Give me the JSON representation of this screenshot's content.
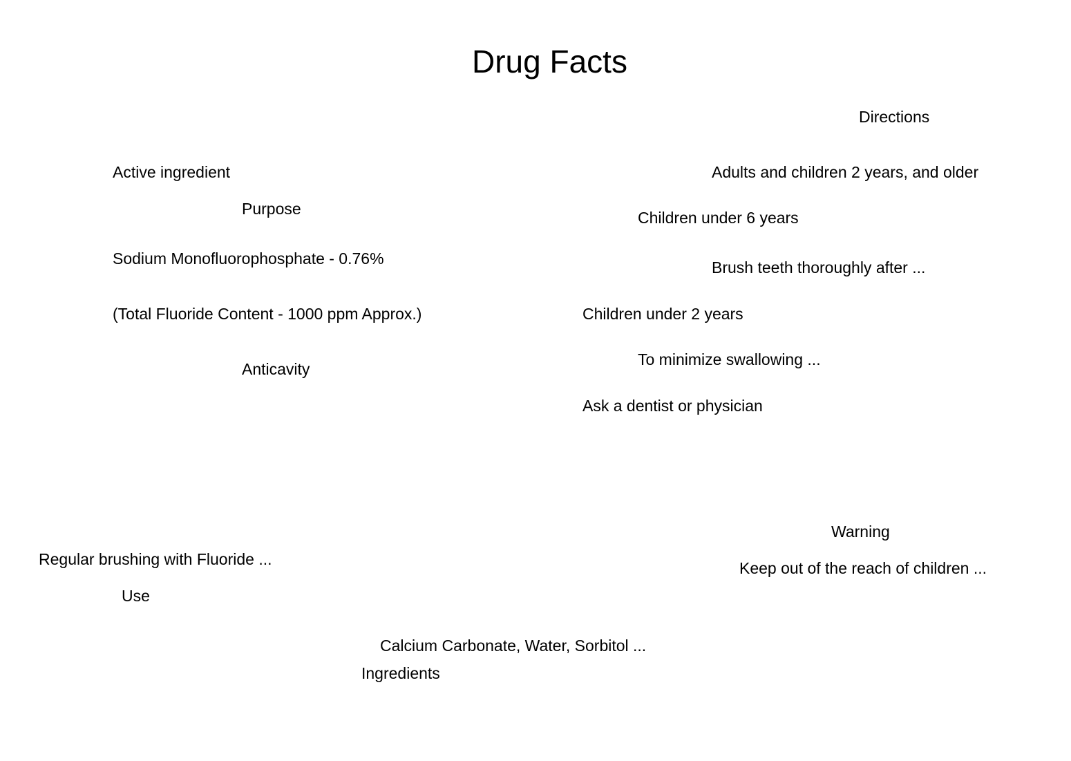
{
  "title": "Drug Facts",
  "left": {
    "active_ingredient_heading": "Active ingredient",
    "purpose_heading": "Purpose",
    "active_ingredient": "Sodium Monofluorophosphate - 0.76%",
    "fluoride_content": "(Total Fluoride Content - 1000 ppm Approx.)",
    "purpose": "Anticavity",
    "use_text": "Regular brushing with Fluoride ...",
    "use_heading": "Use"
  },
  "right": {
    "directions_heading": "Directions",
    "adults": "Adults and children 2 years, and older",
    "children_under_6": "Children under 6 years",
    "brush": "Brush teeth thoroughly after ...",
    "children_under_2": "Children under 2 years",
    "minimize": "To minimize swallowing ...",
    "ask": "Ask a dentist or physician",
    "warning_heading": "Warning",
    "warning_text": "Keep out of the reach of children ..."
  },
  "bottom": {
    "ingredients_text": "Calcium Carbonate, Water, Sorbitol ...",
    "ingredients_heading": "Ingredients"
  }
}
